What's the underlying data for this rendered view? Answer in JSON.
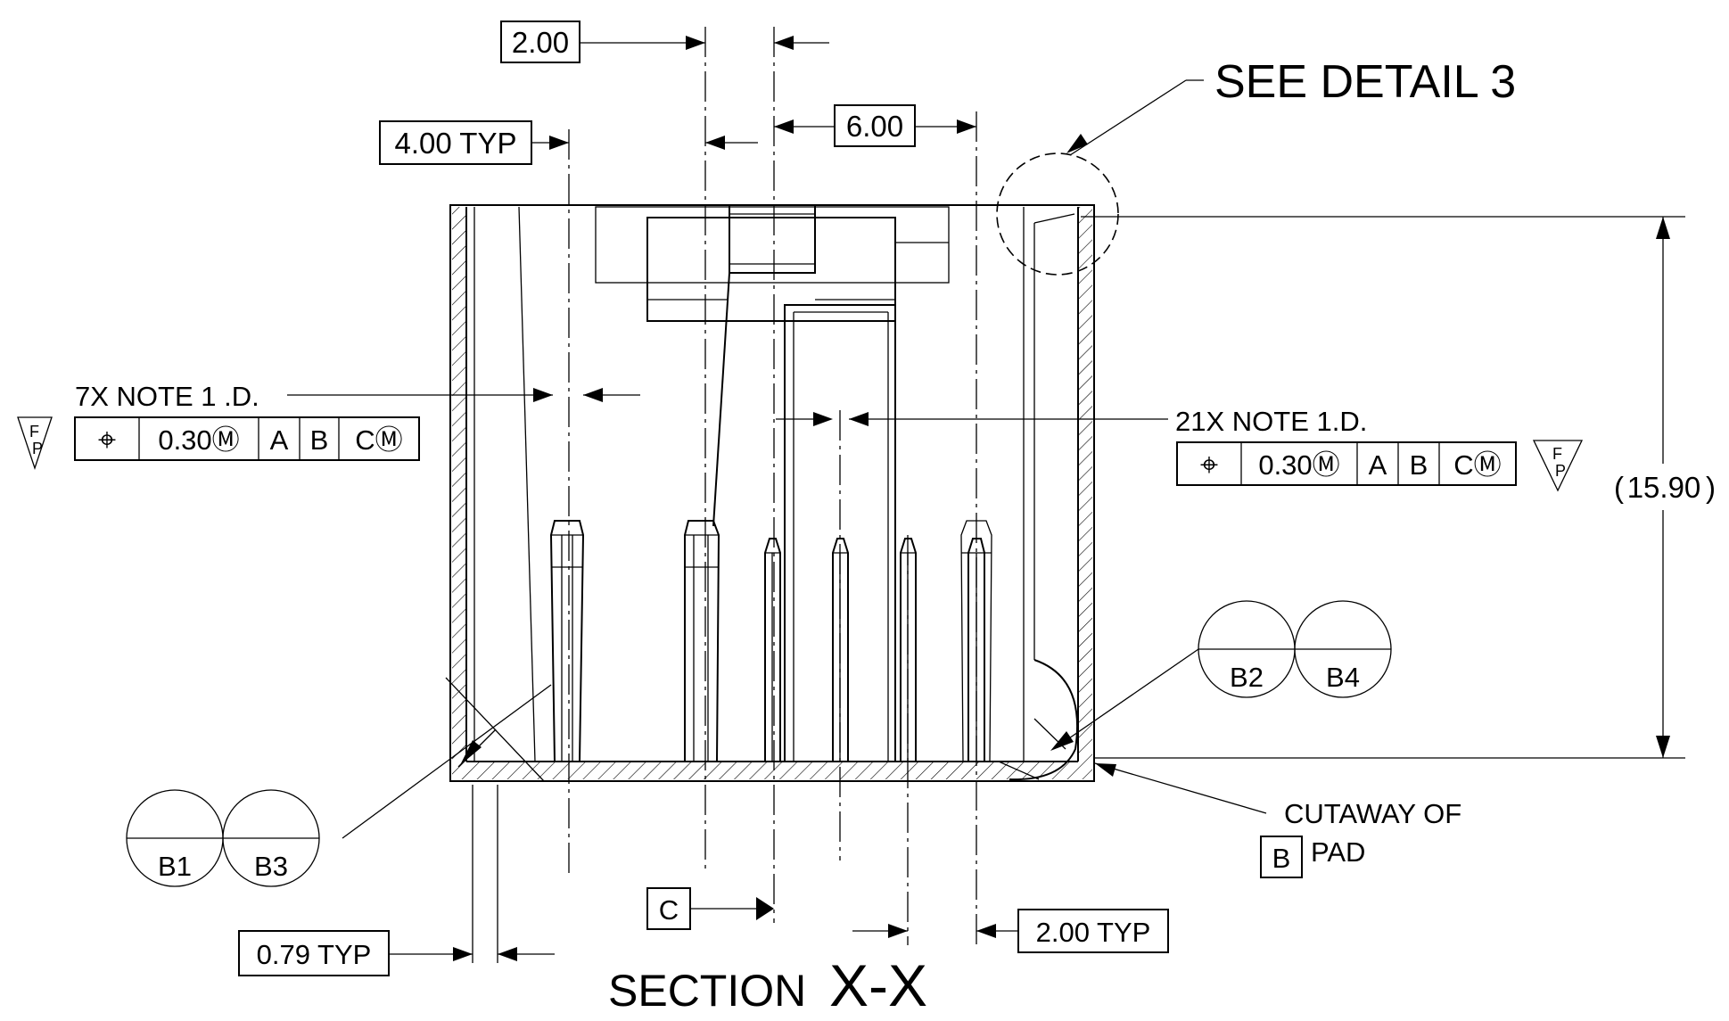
{
  "drawing": {
    "section_title_prefix": "SECTION",
    "section_title_letters": "X-X",
    "see_detail": "SEE DETAIL 3",
    "dimensions": {
      "top_spacing": "2.00",
      "pitch_typ": "4.00 TYP",
      "center_spacing": "6.00",
      "overall_height": "15.90",
      "wall_thickness": "0.79 TYP",
      "bottom_pitch": "2.00 TYP"
    },
    "notes": {
      "left_note": "7X NOTE 1 .D.",
      "right_note": "21X NOTE 1.D."
    },
    "tolerance_frames": {
      "left": {
        "symbol": "⌖",
        "value": "0.30Ⓜ",
        "datum_a": "A",
        "datum_b": "B",
        "datum_c": "CⓂ",
        "flag_top": "F",
        "flag_bottom": "P"
      },
      "right": {
        "symbol": "⌖",
        "value": "0.30Ⓜ",
        "datum_a": "A",
        "datum_b": "B",
        "datum_c": "CⓂ",
        "flag_top": "F",
        "flag_bottom": "P"
      }
    },
    "datum_c": "C",
    "cutaway_line1": "CUTAWAY OF",
    "cutaway_datum": "B",
    "cutaway_line2": "PAD",
    "datum_targets": {
      "left_1": "B1",
      "left_2": "B3",
      "right_1": "B2",
      "right_2": "B4"
    }
  }
}
